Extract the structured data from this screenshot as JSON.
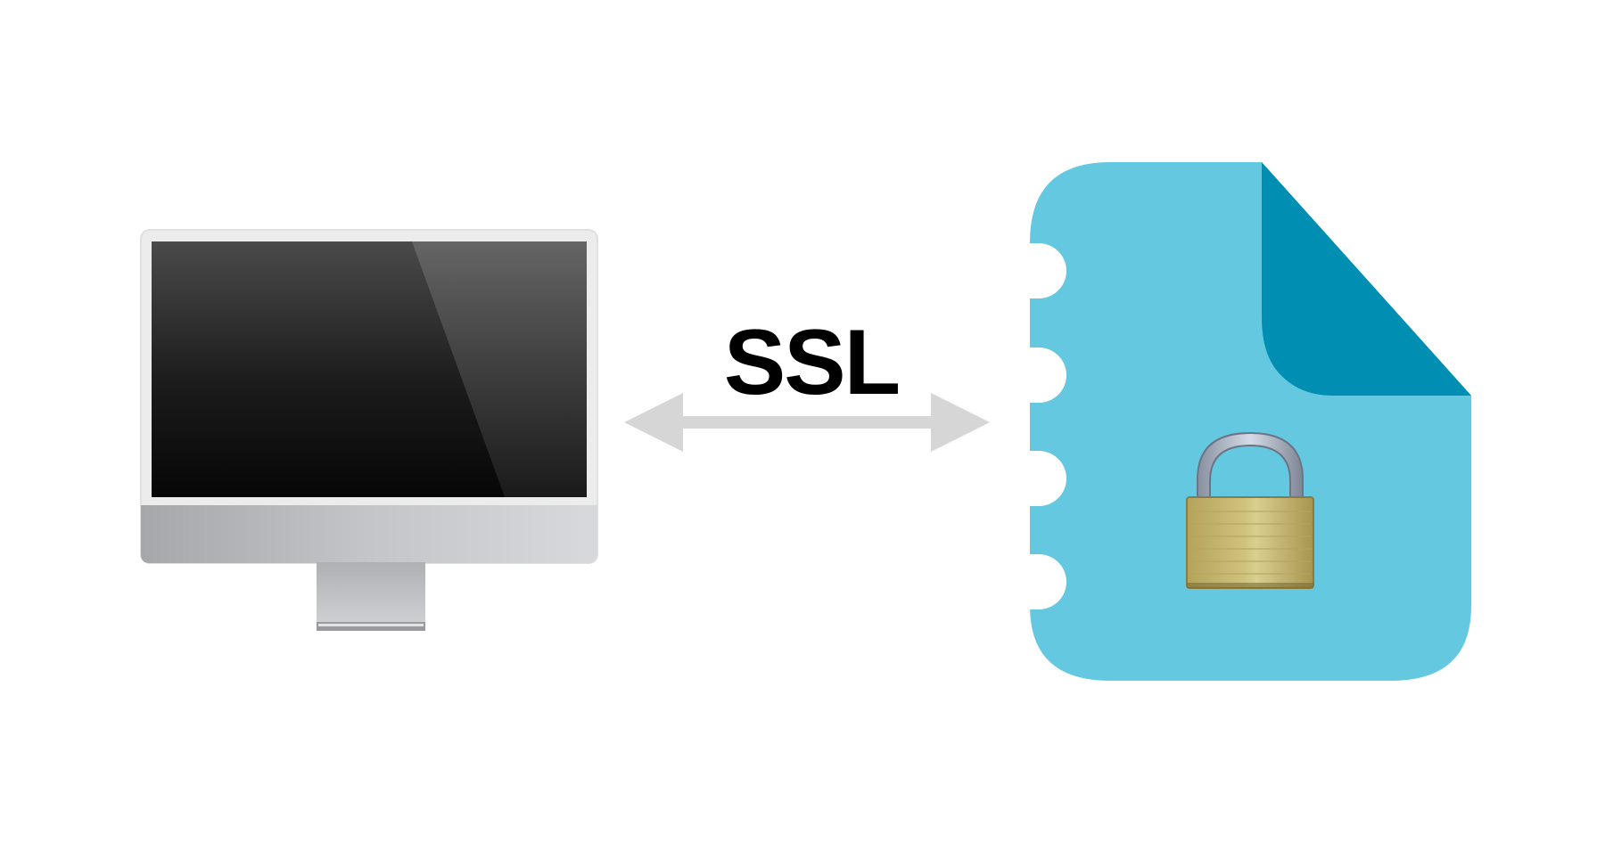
{
  "diagram": {
    "label": "SSL",
    "nodes": [
      {
        "id": "computer",
        "icon": "desktop-computer-icon"
      },
      {
        "id": "document",
        "icon": "locked-document-icon"
      }
    ],
    "edge": {
      "from": "computer",
      "to": "document",
      "direction": "bidirectional",
      "color": "#d6d6d6"
    },
    "colors": {
      "document_body": "#65c8e1",
      "document_fold": "#008fb3",
      "padlock_body": "#c4b46c",
      "padlock_shackle": "#a9b2c0",
      "screen": "#111111",
      "monitor_frame": "#eeeeee",
      "label_text": "#000000"
    }
  }
}
